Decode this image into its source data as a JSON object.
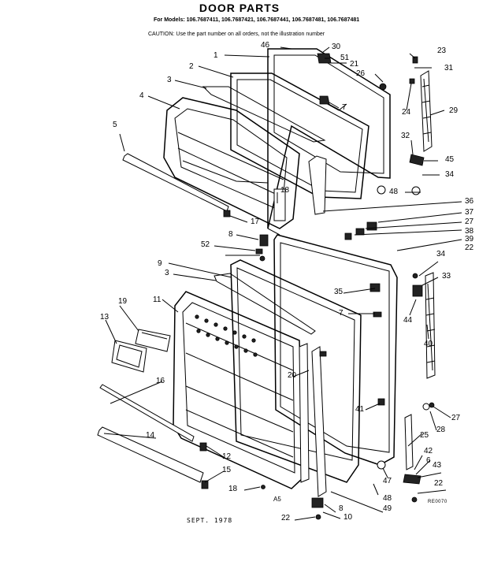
{
  "title": "DOOR PARTS",
  "models": "For Models: 106.7687411, 106.7687421, 106.7687441, 106.7687481, 106.7687481",
  "caution": "CAUTION: Use the part number on all orders, not the illustration number",
  "date": "SEPT. 1978",
  "view_mark": "A5",
  "drawing_code": "RE0070",
  "labels": [
    "46",
    "30",
    "23",
    "1",
    "51",
    "21",
    "31",
    "2",
    "26",
    "3",
    "7",
    "24",
    "4",
    "29",
    "5",
    "32",
    "45",
    "34",
    "18",
    "48",
    "36",
    "37",
    "17",
    "27",
    "38",
    "8",
    "39",
    "52",
    "22",
    "34",
    "9",
    "33",
    "3",
    "35",
    "7",
    "44",
    "11",
    "19",
    "40",
    "13",
    "16",
    "20",
    "41",
    "27",
    "28",
    "25",
    "6",
    "14",
    "12",
    "42",
    "15",
    "47",
    "43",
    "18",
    "48",
    "22",
    "49",
    "22",
    "10",
    "8"
  ]
}
